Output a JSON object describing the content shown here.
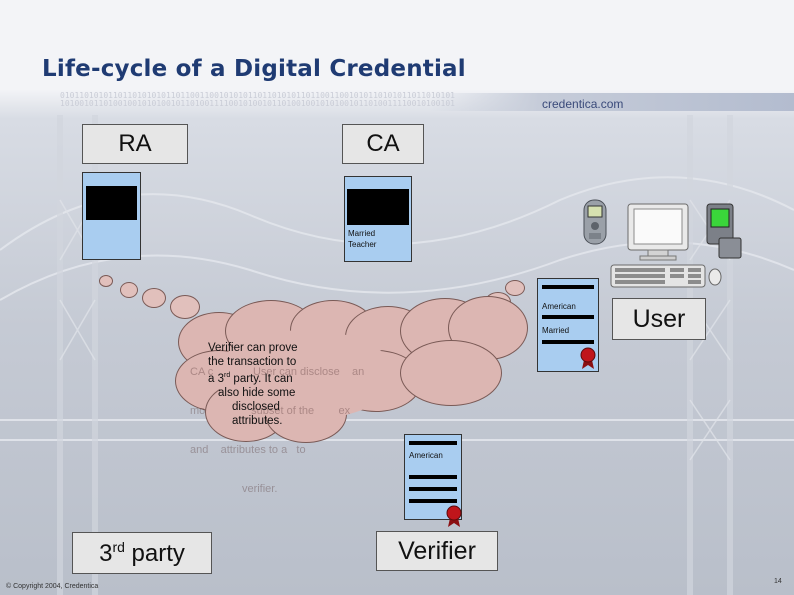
{
  "slide": {
    "title": "Life-cycle of a Digital Credential",
    "brand": "credentica.com",
    "binary_line1": "0101101010110110101010110110011001010101101101010110110011001010110101011011010101",
    "binary_line2": "1010010110100100101010010110100111100101001011010010010101001011010011110010100101",
    "copyright": "© Copyright 2004, Credentica",
    "page_number": "14"
  },
  "labels": {
    "ra": "RA",
    "ca": "CA",
    "user": "User",
    "third_party_base": "3",
    "third_party_sup": "rd",
    "third_party_rest": " party",
    "verifier": "Verifier"
  },
  "ca_card": {
    "line1": "Married",
    "line2": "Teacher"
  },
  "user_card": {
    "line1": "American",
    "line2": "Married"
  },
  "verifier_card": {
    "line1": "American"
  },
  "cloud": {
    "main_line1": "Verifier can prove",
    "main_line2": "the transaction to",
    "main_line3_base": "a 3",
    "main_line3_sup": "rd",
    "main_line3_rest": " party. It can",
    "main_line4": "also hide some",
    "main_line5": "disclosed",
    "main_line6": "attributes.",
    "ghost_line1": "CA c             User can disclose    an",
    "ghost_line2": "mo               subset of the        ex",
    "ghost_line3": "and    attributes to a   to",
    "ghost_line4": "                 verifier."
  },
  "icons": [
    "phone-icon",
    "computer-icon",
    "pda-icon",
    "keyboard-icon",
    "mouse-icon",
    "red-seal-icon"
  ],
  "colors": {
    "title": "#1f3b73",
    "card": "#a9cdf0",
    "cloud": "#dcb6b2",
    "seal": "#c0151b"
  }
}
